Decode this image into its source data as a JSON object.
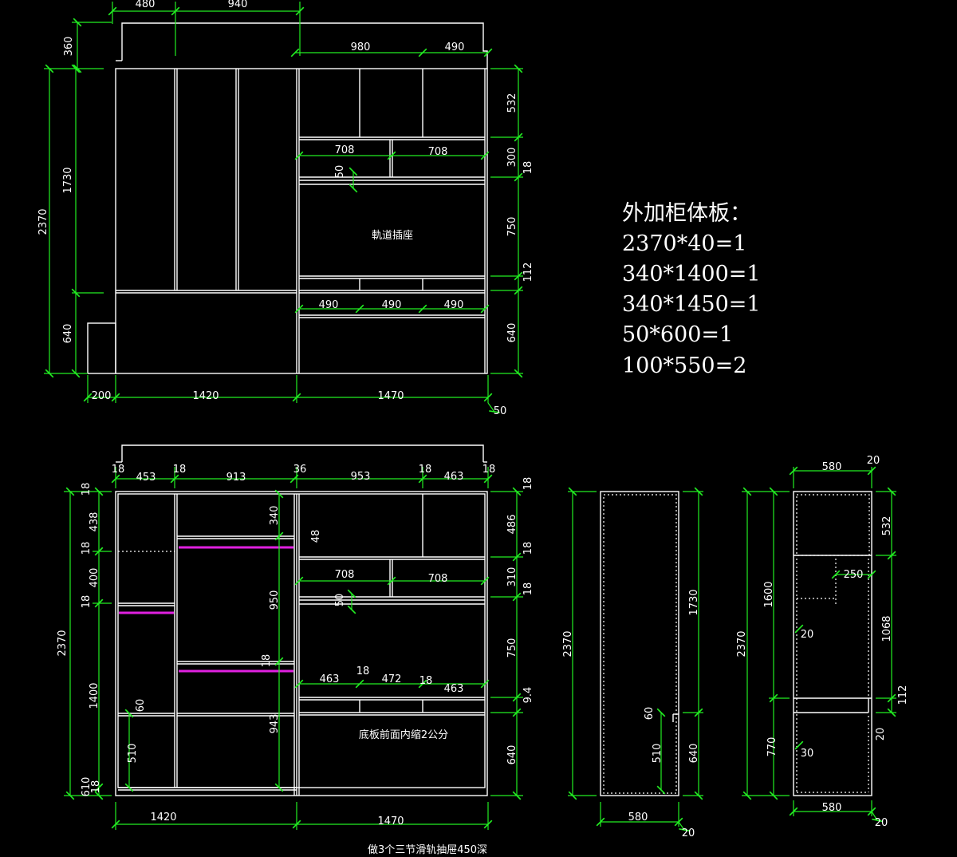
{
  "top_dims": {
    "w480": "480",
    "w940": "940",
    "w980": "980",
    "w490": "490",
    "h360": "360",
    "h2370": "2370",
    "h1730": "1730",
    "h640": "640",
    "r532": "532",
    "r300": "300",
    "r18": "18",
    "r750": "750",
    "r112": "112",
    "r640": "640",
    "d708a": "708",
    "d708b": "708",
    "d50": "50",
    "b490a": "490",
    "b490b": "490",
    "b490c": "490",
    "x200": "200",
    "x1420": "1420",
    "x1470": "1470",
    "x50": "50"
  },
  "top_label": "軌道插座",
  "notes": {
    "title": "外加柜体板：",
    "lines": [
      "2370*40=1",
      "340*1400=1",
      "340*1450=1",
      "50*600=1",
      "100*550=2"
    ]
  },
  "bottom_dims": {
    "t18a": "18",
    "t453": "453",
    "t18b": "18",
    "t913": "913",
    "t36": "36",
    "t953": "953",
    "t18c": "18",
    "t463": "463",
    "t18d": "18",
    "l18a": "18",
    "l438": "438",
    "l18b": "18",
    "l400": "400",
    "l18c": "18",
    "l1400": "1400",
    "l2370": "2370",
    "l610": "610",
    "l18e": "18",
    "c340": "340",
    "c48": "48",
    "c950": "950",
    "c18": "18",
    "c943": "943",
    "c60": "60",
    "c510": "510",
    "r18a": "18",
    "r486": "486",
    "r18b": "18",
    "r310": "310",
    "r18c": "18",
    "r750": "750",
    "r94": "9.4",
    "r640": "640",
    "d708a": "708",
    "d708b": "708",
    "d50": "50",
    "e463a": "463",
    "e18a": "18",
    "e472": "472",
    "e18b": "18",
    "e463b": "463",
    "x1420": "1420",
    "x1470": "1470"
  },
  "bottom_label": "底板前面内缩2公分",
  "footer": "做3个三节滑轨抽屉450深",
  "side1": {
    "w580": "580",
    "w20": "20",
    "h2370": "2370",
    "h1730": "1730",
    "h640": "640",
    "v60": "60",
    "v510": "510"
  },
  "side2": {
    "w580a": "580",
    "w20a": "20",
    "w580b": "580",
    "w20b": "20",
    "h2370": "2370",
    "h1600": "1600",
    "h770": "770",
    "r532": "532",
    "r1068": "1068",
    "r112": "112",
    "r20": "20",
    "i250": "250",
    "i20a": "20",
    "i30": "30"
  }
}
